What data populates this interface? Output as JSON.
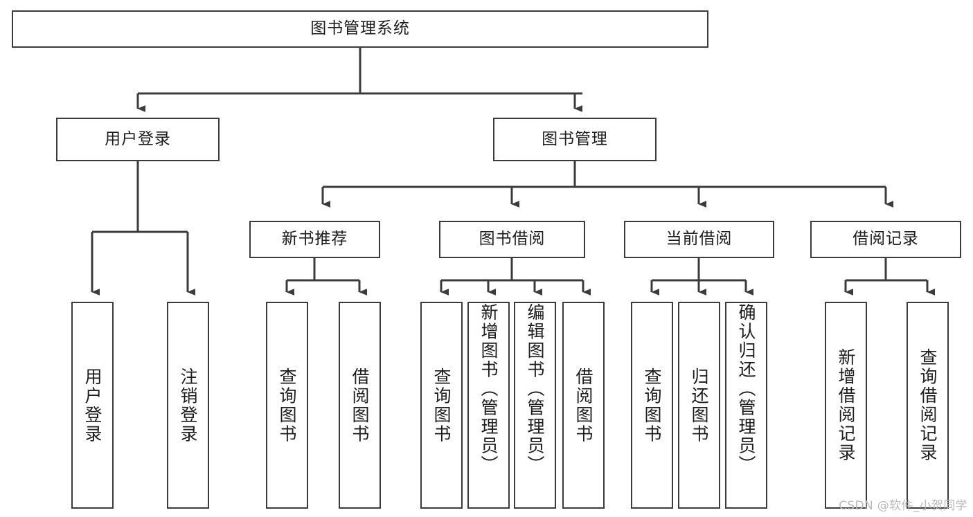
{
  "diagram": {
    "type": "tree",
    "title": "图书管理系统",
    "orientation": "top-down",
    "edge_color": "#3b3b3b",
    "node_border_color": "#3b3b3b",
    "node_fill_color": "#ffffff",
    "text_color": "#1d1d1d"
  },
  "nodes": {
    "root": {
      "label": "图书管理系统"
    },
    "level2": [
      {
        "label": "用户登录"
      },
      {
        "label": "图书管理"
      }
    ],
    "level3": [
      {
        "label": "新书推荐"
      },
      {
        "label": "图书借阅"
      },
      {
        "label": "当前借阅"
      },
      {
        "label": "借阅记录"
      }
    ],
    "leaves": {
      "user_login": [
        {
          "label": "用户登录"
        },
        {
          "label": "注销登录"
        }
      ],
      "new_book_recommend": [
        {
          "label": "查询图书"
        },
        {
          "label": "借阅图书"
        }
      ],
      "book_borrow": [
        {
          "label": "查询图书"
        },
        {
          "label": "新增图书（管理员）"
        },
        {
          "label": "编辑图书（管理员）"
        },
        {
          "label": "借阅图书"
        }
      ],
      "current_borrow": [
        {
          "label": "查询图书"
        },
        {
          "label": "归还图书"
        },
        {
          "label": "确认归还（管理员）"
        }
      ],
      "borrow_record": [
        {
          "label": "新增借阅记录"
        },
        {
          "label": "查询借阅记录"
        }
      ]
    }
  },
  "watermark": {
    "text": "CSDN @软件_小贺同学"
  }
}
